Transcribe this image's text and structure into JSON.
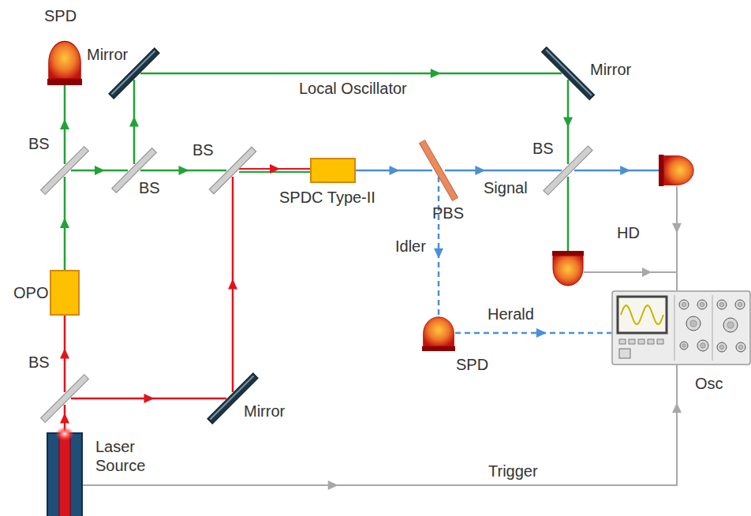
{
  "diagram": {
    "nodes": [
      {
        "text": [
          "Laser Source"
        ]
      },
      {
        "text": [
          "BS"
        ]
      },
      {
        "text": [
          "Mirror"
        ]
      },
      {
        "text": [
          "OPO"
        ]
      },
      {
        "text": [
          "BS"
        ]
      },
      {
        "text": [
          "SPD"
        ]
      },
      {
        "text": [
          "BS"
        ]
      },
      {
        "text": [
          "Mirror"
        ]
      },
      {
        "text": [
          "BS"
        ]
      },
      {
        "text": [
          "SPDC Type-II"
        ]
      },
      {
        "text": [
          "PBS"
        ]
      },
      {
        "text": [
          "Mirror"
        ]
      },
      {
        "text": [
          "BS"
        ]
      },
      {
        "text": [
          "HD"
        ]
      },
      {
        "text": [
          "SPD"
        ]
      },
      {
        "text": [
          "Osc"
        ]
      }
    ],
    "edges": [
      {
        "from": 0,
        "to": 1,
        "arrow": "to"
      },
      {
        "from": 1,
        "to": 3,
        "arrow": "to"
      },
      {
        "from": 1,
        "to": 2,
        "arrow": "to"
      },
      {
        "from": 2,
        "to": 8,
        "arrow": "to"
      },
      {
        "from": 3,
        "to": 4,
        "arrow": "to"
      },
      {
        "from": 4,
        "to": 5,
        "arrow": "to"
      },
      {
        "from": 4,
        "to": 6,
        "arrow": "to"
      },
      {
        "from": 6,
        "to": 7,
        "arrow": "to"
      },
      {
        "from": 7,
        "to": 11,
        "label": "Local Oscillator",
        "arrow": "to"
      },
      {
        "from": 11,
        "to": 12,
        "arrow": "to"
      },
      {
        "from": 6,
        "to": 8,
        "arrow": "to"
      },
      {
        "from": 8,
        "to": 9,
        "arrow": "to"
      },
      {
        "from": 9,
        "to": 10,
        "arrow": "to"
      },
      {
        "from": 10,
        "to": 12,
        "label": "Signal",
        "arrow": "to"
      },
      {
        "from": 12,
        "to": 13,
        "arrow": "to"
      },
      {
        "from": 10,
        "to": 14,
        "label": "Idler",
        "arrow": "to"
      },
      {
        "from": 14,
        "to": 15,
        "label": "Herald",
        "arrow": "to"
      },
      {
        "from": 13,
        "to": 15,
        "arrow": "to"
      },
      {
        "from": 0,
        "to": 15,
        "label": "Trigger",
        "arrow": "to"
      }
    ]
  }
}
